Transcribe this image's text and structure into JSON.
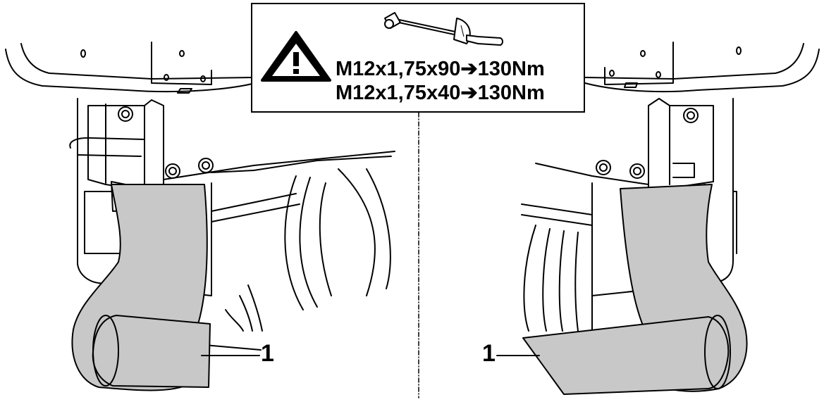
{
  "warning": {
    "icon": "warning-triangle-icon",
    "tool_icon": "torque-wrench-icon",
    "specs": [
      "M12x1,75x90➔130Nm",
      "M12x1,75x40➔130Nm"
    ]
  },
  "callouts": {
    "left_label": "1",
    "right_label": "1"
  },
  "colors": {
    "part_fill": "#c8c8c8",
    "line": "#000000",
    "background": "#ffffff"
  }
}
